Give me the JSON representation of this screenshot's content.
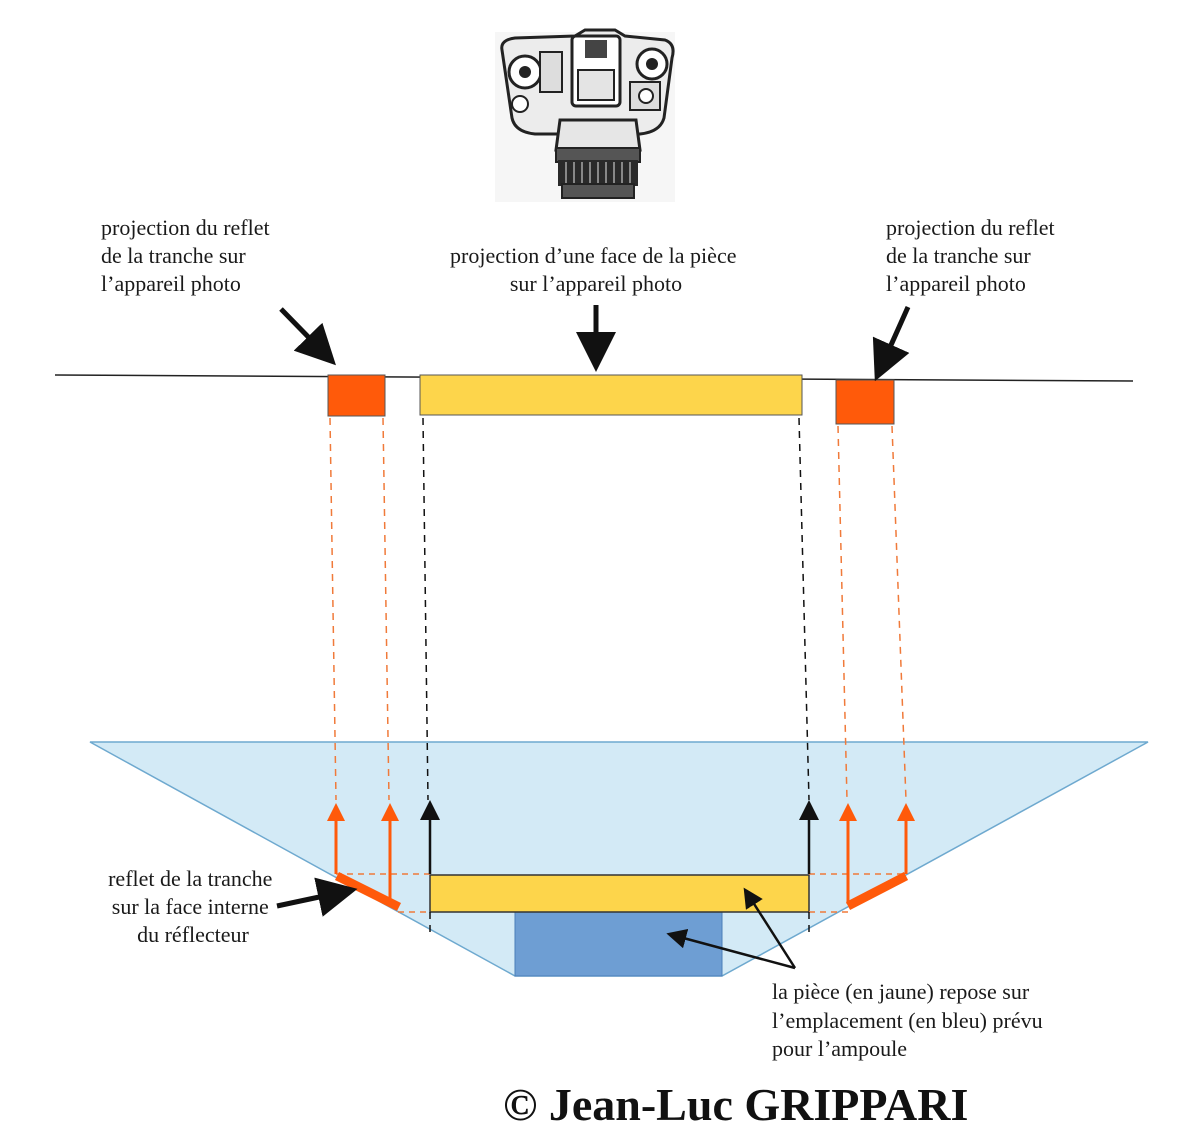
{
  "labels": {
    "left_projection": [
      "projection du reflet",
      "de la tranche sur",
      "l’appareil photo"
    ],
    "center_projection": [
      "projection d’une face de la pièce",
      "sur l’appareil photo"
    ],
    "right_projection": [
      "projection du reflet",
      "de la tranche sur",
      "l’appareil photo"
    ],
    "edge_reflection": [
      "reflet de la tranche",
      "sur la face interne",
      "du réflecteur"
    ],
    "coin_note": [
      "la pièce (en jaune) repose sur",
      "l’emplacement (en bleu) prévu",
      "pour l’ampoule"
    ]
  },
  "copyright": "© Jean-Luc GRIPPARI",
  "colors": {
    "coin_yellow": "#FDD54B",
    "reflection_orange": "#FF5A0A",
    "reflector_fill": "#D3EAF6",
    "bulb_socket_blue": "#6E9ED3",
    "ray_black": "#111111",
    "ray_orange": "#F07A3A"
  },
  "icons": {
    "camera": "camera-icon"
  }
}
